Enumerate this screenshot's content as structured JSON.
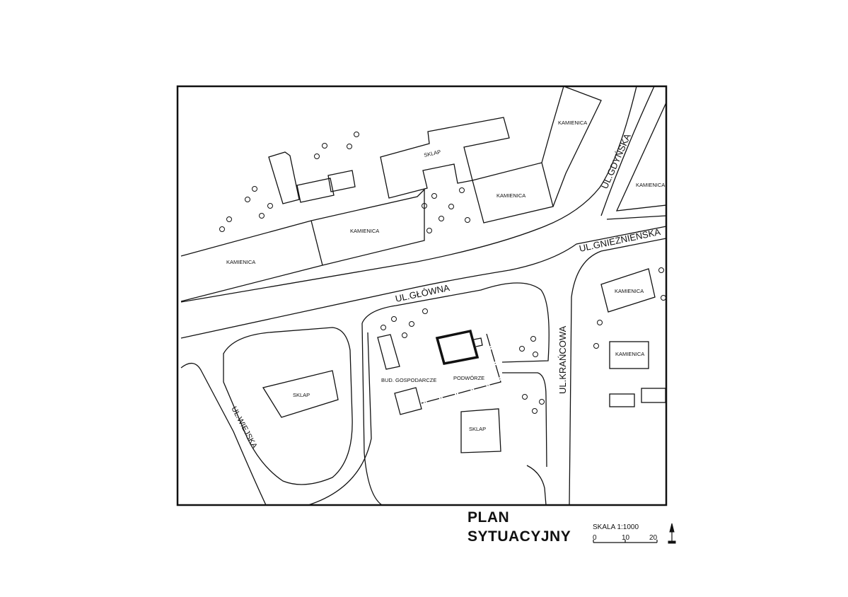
{
  "title": {
    "line1": "PLAN",
    "line2": "SYTUACYJNY"
  },
  "scale": {
    "label": "SKALA 1:1000",
    "ticks": [
      "0",
      "10",
      "20"
    ]
  },
  "streets": {
    "glowna": "UL.GŁÓWNA",
    "gdynska": "UL.GDYŃSKA",
    "gnieznienska": "UL.GNIEŹNIEŃSKA",
    "krancowa": "UL.KRAŃCOWA",
    "wiejska": "UL.WIEJSKA"
  },
  "buildings": {
    "sklap_top": "SKLAP",
    "kamienica_top_right": "KAMIENICA",
    "kamienica_mid": "KAMIENICA",
    "kamienica_center": "KAMIENICA",
    "kamienica_left": "KAMIENICA",
    "kamienica_far_right": "KAMIENICA",
    "kamienica_east_1": "KAMIENICA",
    "kamienica_east_2": "KAMIENICA",
    "sklap_west": "SKLAP",
    "sklap_south": "SKLAP",
    "bud_gospodarcze": "BUD. GOSPODARCZE",
    "podworze": "PODWÓRZE"
  },
  "north_arrow_icon": "north-arrow-icon"
}
